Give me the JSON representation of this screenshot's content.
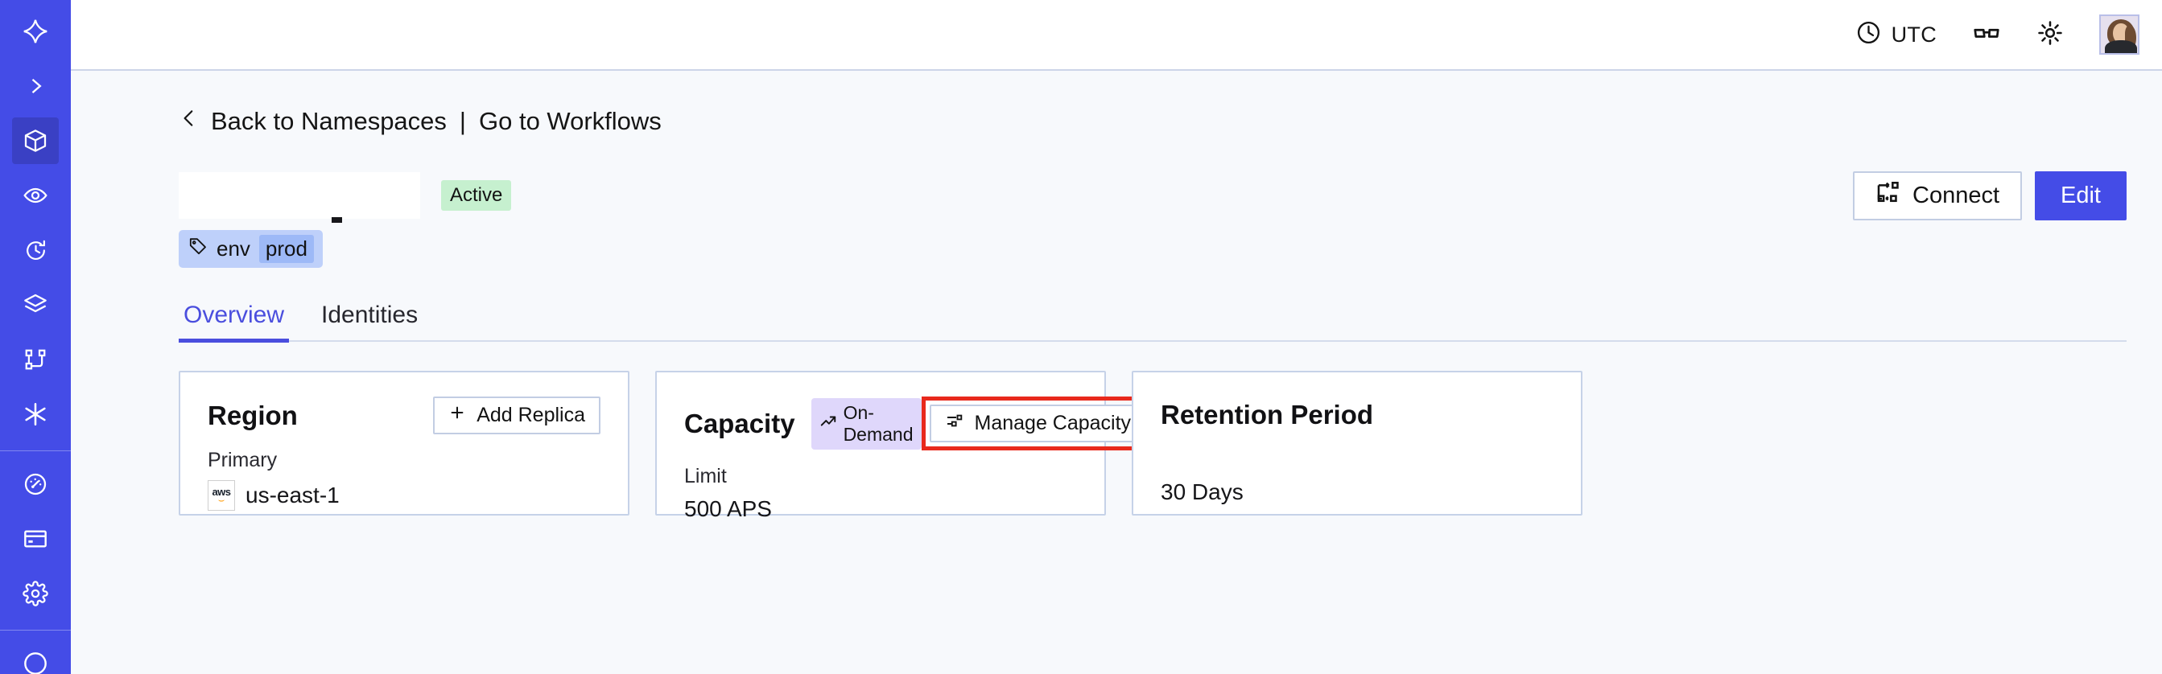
{
  "sidebar": {
    "items": [
      {
        "icon": "temporal-logo-icon",
        "name": "logo",
        "active": false
      },
      {
        "icon": "chevron-right-icon",
        "name": "expand-sidebar",
        "active": false
      },
      {
        "icon": "cube-icon",
        "name": "namespaces",
        "active": true
      },
      {
        "icon": "eye-icon",
        "name": "observability",
        "active": false
      },
      {
        "icon": "history-clock-icon",
        "name": "schedules",
        "active": false
      },
      {
        "icon": "layers-icon",
        "name": "workers",
        "active": false
      },
      {
        "icon": "git-branch-icon",
        "name": "workflows",
        "active": false
      },
      {
        "icon": "asterisk-icon",
        "name": "nexus",
        "active": false
      }
    ],
    "bottom_items": [
      {
        "icon": "gauge-icon",
        "name": "usage",
        "active": false
      },
      {
        "icon": "credit-card-icon",
        "name": "billing",
        "active": false
      },
      {
        "icon": "gear-icon",
        "name": "settings",
        "active": false
      }
    ]
  },
  "topbar": {
    "timezone_label": "UTC",
    "clock_icon": "clock-icon",
    "glasses_icon": "glasses-icon",
    "theme_icon": "sun-icon",
    "avatar_icon": "user-avatar"
  },
  "breadcrumb": {
    "back_icon": "chevron-left-icon",
    "back_label": "Back to Namespaces",
    "separator": "|",
    "forward_label": "Go to Workflows"
  },
  "header": {
    "title": "",
    "status_badge": "Active",
    "connect_label": "Connect",
    "connect_icon": "connect-icon",
    "edit_label": "Edit",
    "tag": {
      "icon": "tag-icon",
      "key": "env",
      "value": "prod"
    }
  },
  "tabs": [
    {
      "label": "Overview",
      "active": true
    },
    {
      "label": "Identities",
      "active": false
    }
  ],
  "cards": {
    "region": {
      "title": "Region",
      "action_label": "Add Replica",
      "action_icon": "plus-icon",
      "label": "Primary",
      "provider_icon": "aws-logo",
      "provider_text_top": "aws",
      "value": "us-east-1"
    },
    "capacity": {
      "title": "Capacity",
      "badge_label": "On-Demand",
      "badge_icon": "trending-up-icon",
      "action_label": "Manage Capacity",
      "action_icon": "sliders-icon",
      "label": "Limit",
      "value": "500 APS",
      "highlighted": true
    },
    "retention": {
      "title": "Retention Period",
      "value": "30 Days"
    }
  },
  "colors": {
    "sidebar": "#444ce7",
    "accent": "#4a4ede",
    "annotation": "#e8291c",
    "status_active_bg": "#c6f0cf",
    "badge_ondemand_bg": "#dfd7fb",
    "tag_bg": "#bed0fa",
    "page_bg": "#f7f9fc"
  }
}
